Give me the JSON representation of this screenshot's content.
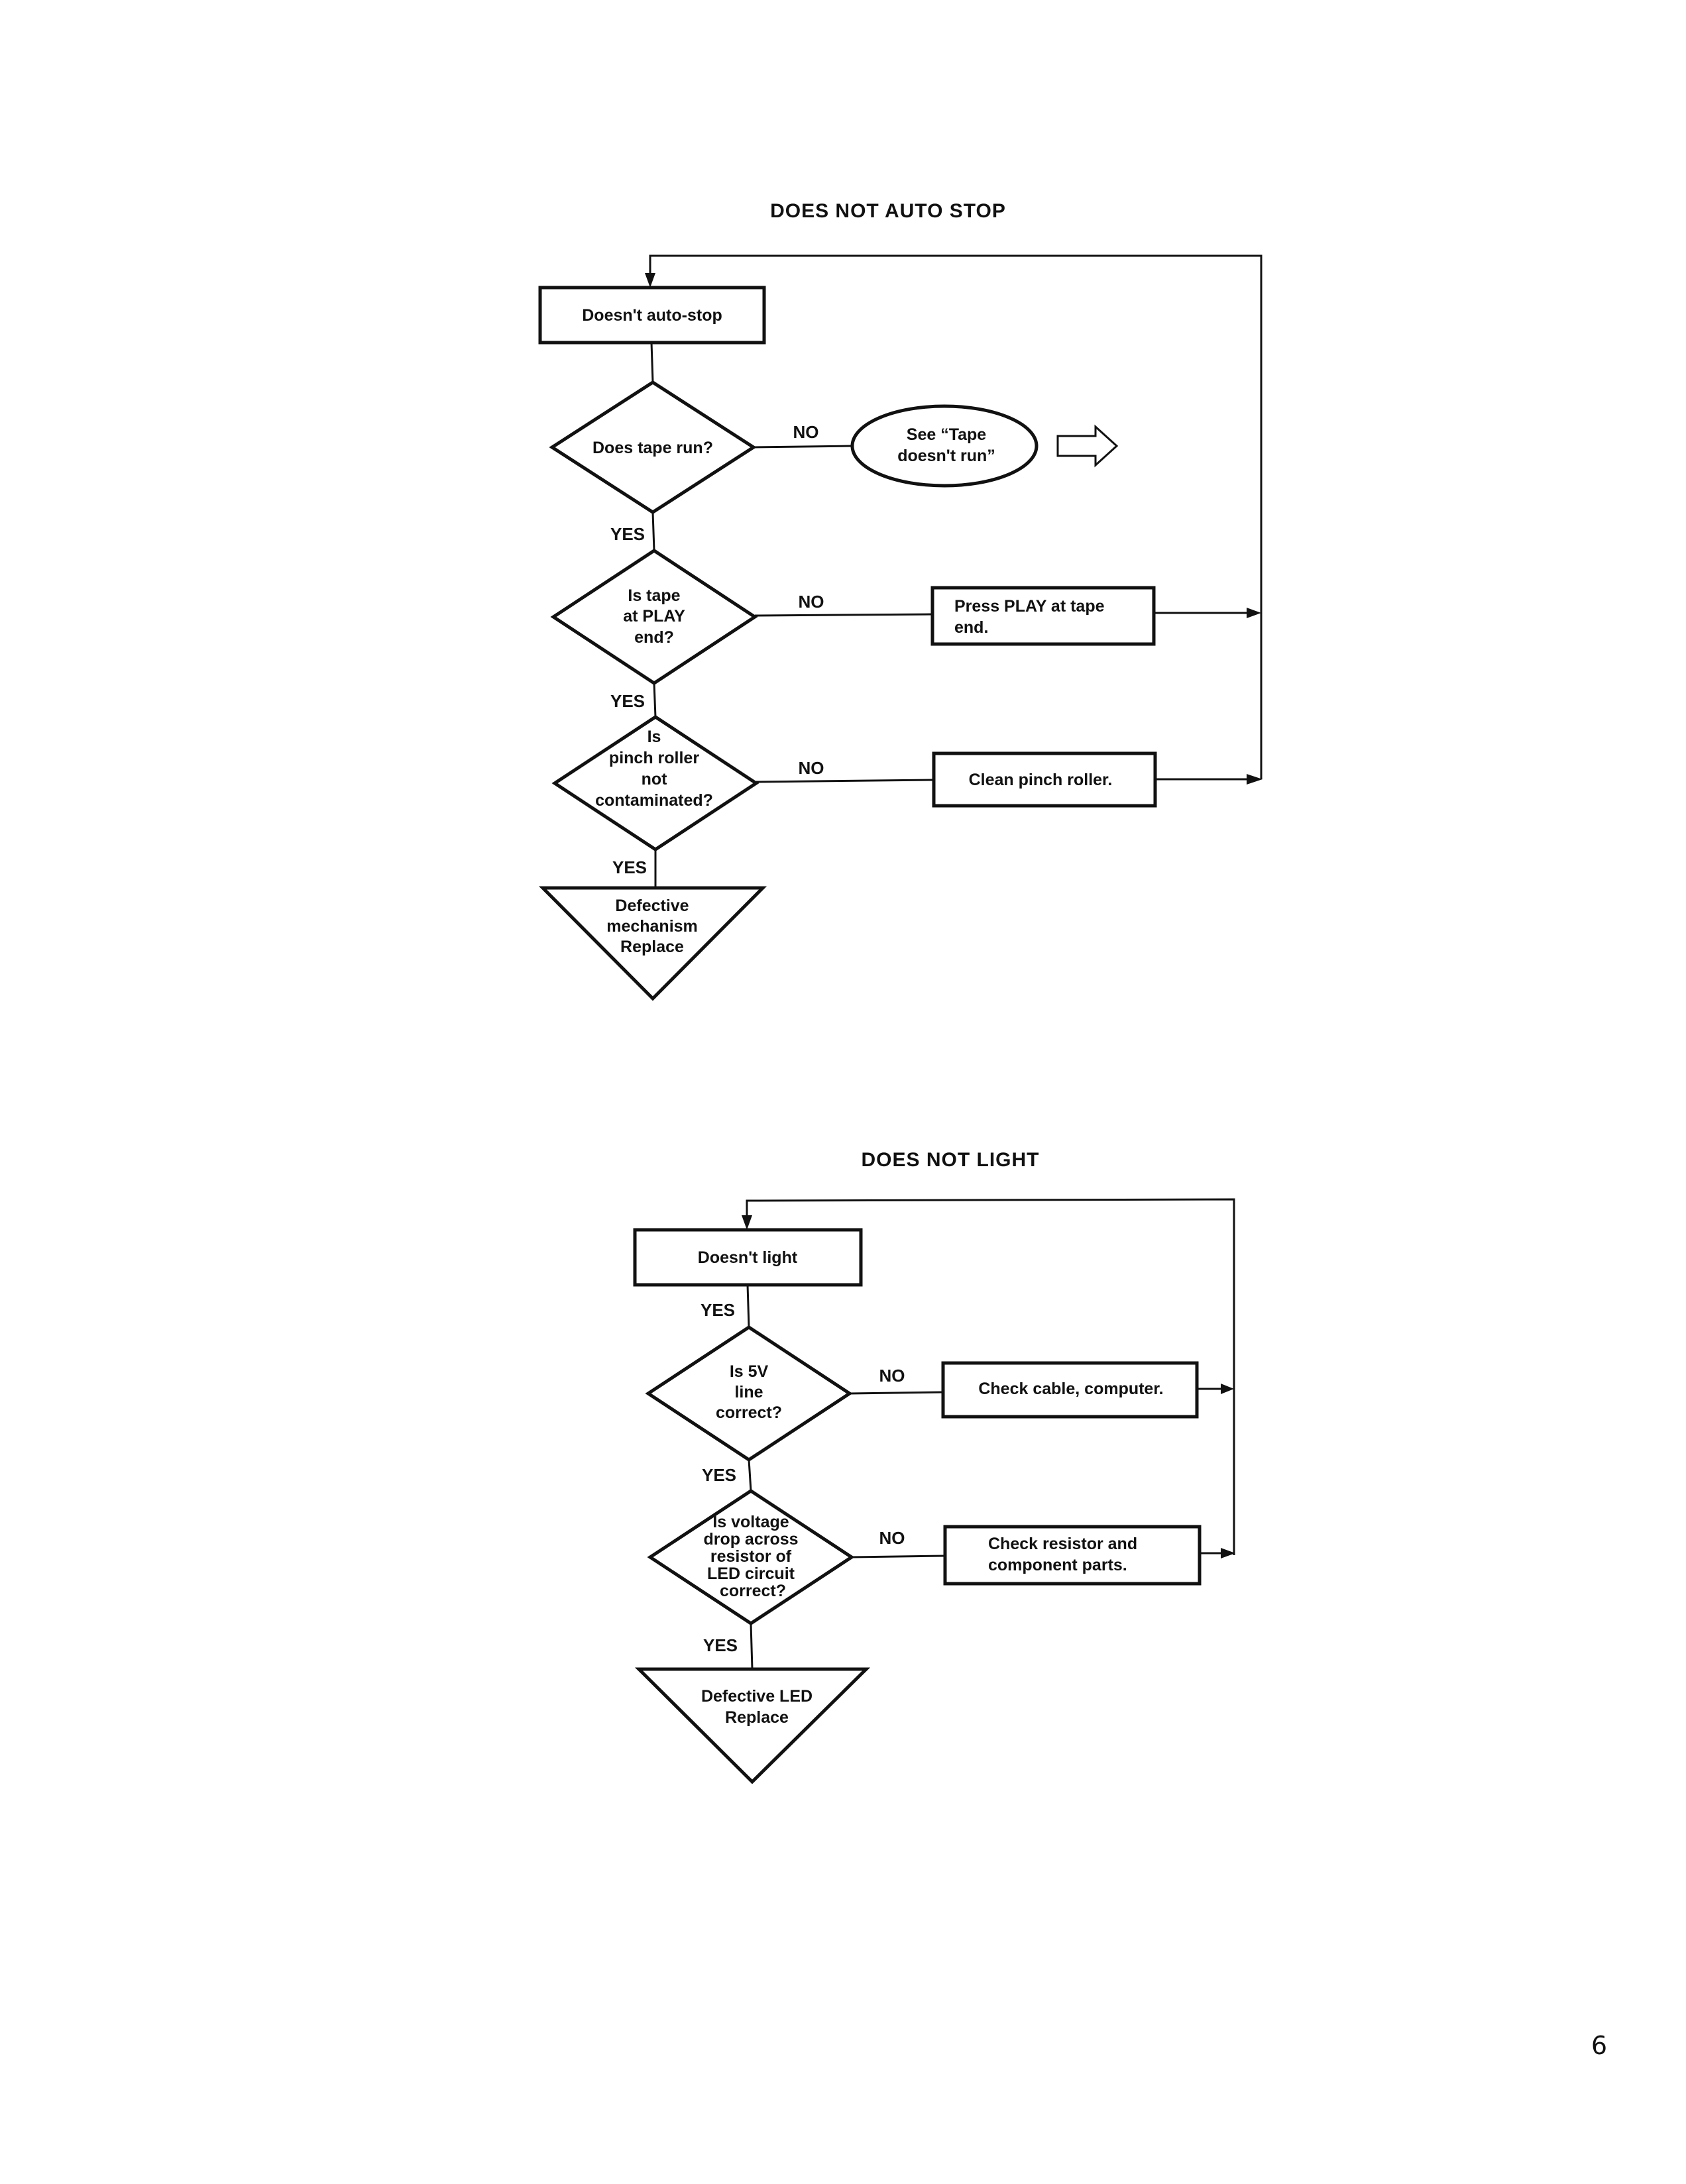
{
  "page_number": "6",
  "flowcharts": [
    {
      "title": "DOES NOT AUTO STOP",
      "start": {
        "lines": [
          "Doesn't auto-stop"
        ]
      },
      "decisions": [
        {
          "lines": [
            "Does tape run?"
          ],
          "yes_label": "YES",
          "no_label": "NO",
          "no_action": {
            "type": "connector",
            "lines": [
              "See “Tape",
              "doesn't run”"
            ]
          }
        },
        {
          "lines": [
            "Is tape",
            "at PLAY",
            "end?"
          ],
          "yes_label": "YES",
          "no_label": "NO",
          "no_action": {
            "type": "process",
            "lines": [
              "Press PLAY at tape",
              "end."
            ]
          }
        },
        {
          "lines": [
            "Is",
            "pinch roller",
            "not",
            "contaminated?"
          ],
          "yes_label": "YES",
          "no_label": "NO",
          "no_action": {
            "type": "process",
            "lines": [
              "Clean pinch roller."
            ]
          }
        }
      ],
      "terminal": {
        "lines": [
          "Defective",
          "mechanism",
          "Replace"
        ]
      },
      "first_yes_label": ""
    },
    {
      "title": "DOES NOT LIGHT",
      "start": {
        "lines": [
          "Doesn't light"
        ]
      },
      "first_yes_label": "YES",
      "decisions": [
        {
          "lines": [
            "Is 5V",
            "line",
            "correct?"
          ],
          "yes_label": "YES",
          "no_label": "NO",
          "no_action": {
            "type": "process",
            "lines": [
              "Check cable, computer."
            ]
          }
        },
        {
          "lines": [
            "Is voltage",
            "drop across",
            "resistor of",
            "LED circuit",
            "correct?"
          ],
          "yes_label": "YES",
          "no_label": "NO",
          "no_action": {
            "type": "process",
            "lines": [
              "Check resistor and",
              "component parts."
            ]
          }
        }
      ],
      "terminal": {
        "lines": [
          "Defective LED",
          "Replace"
        ]
      }
    }
  ]
}
